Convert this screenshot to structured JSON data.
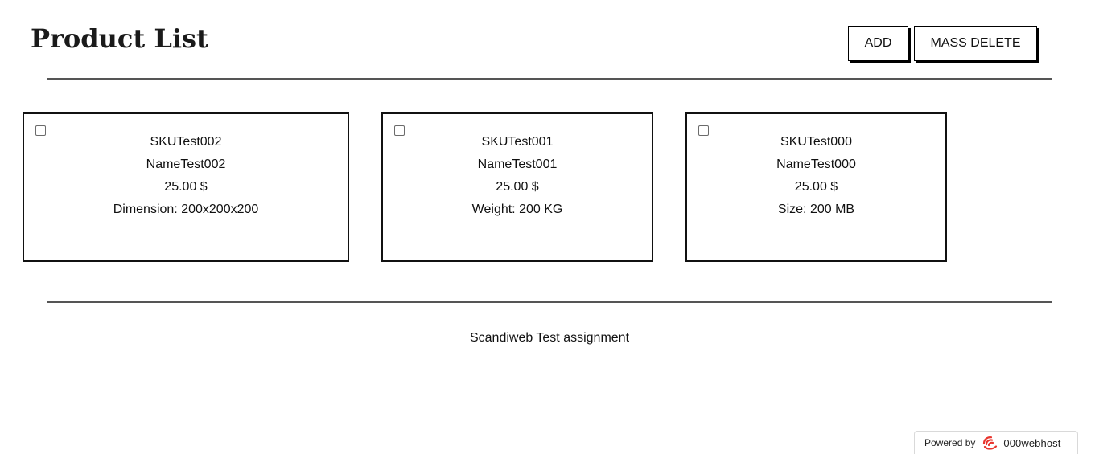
{
  "header": {
    "title": "Product List",
    "add_label": "ADD",
    "mass_delete_label": "MASS DELETE"
  },
  "products": [
    {
      "sku": "SKUTest002",
      "name": "NameTest002",
      "price": "25.00 $",
      "attribute": "Dimension: 200x200x200",
      "checked": false
    },
    {
      "sku": "SKUTest001",
      "name": "NameTest001",
      "price": "25.00 $",
      "attribute": "Weight: 200 KG",
      "checked": false
    },
    {
      "sku": "SKUTest000",
      "name": "NameTest000",
      "price": "25.00 $",
      "attribute": "Size: 200 MB",
      "checked": false
    }
  ],
  "footer": {
    "text": "Scandiweb Test assignment"
  },
  "badge": {
    "powered_label": "Powered by",
    "brand": "000webhost",
    "logo_icon": "000webhost-logo-icon",
    "logo_color": "#e8352e"
  }
}
